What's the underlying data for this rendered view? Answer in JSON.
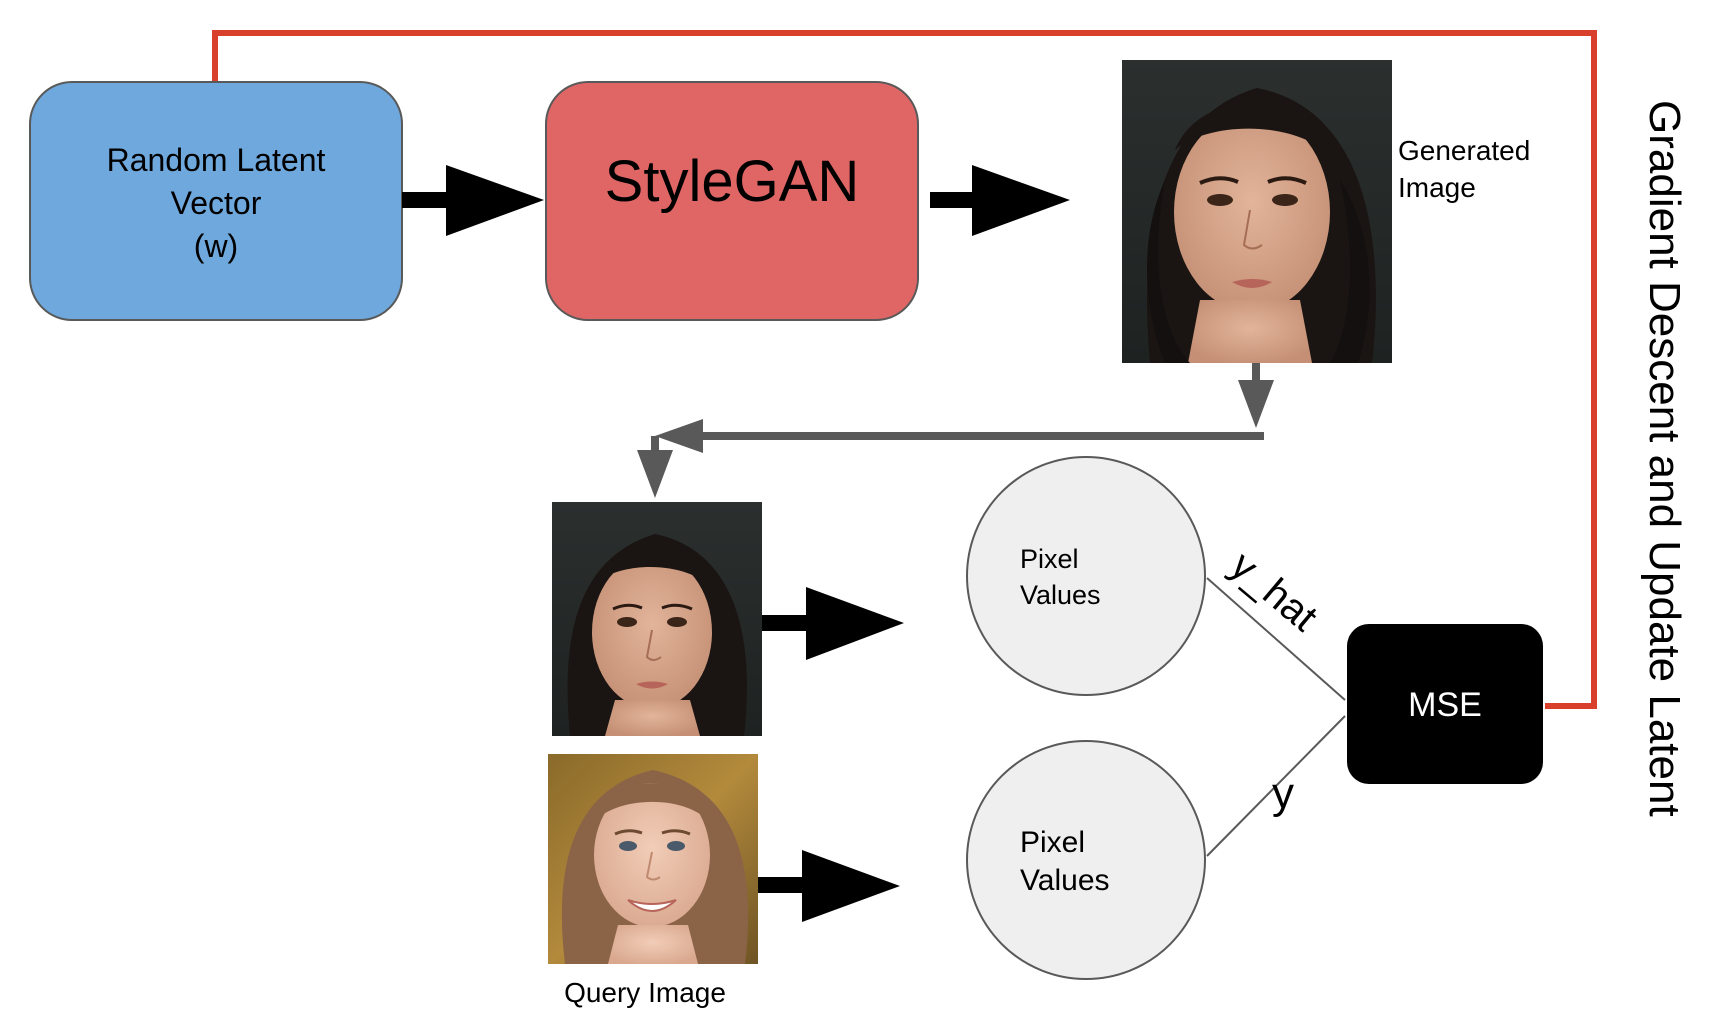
{
  "nodes": {
    "latent": {
      "line1": "Random Latent",
      "line2": "Vector",
      "line3": "(w)"
    },
    "stylegan": {
      "label": "StyleGAN"
    },
    "generated": {
      "line1": "Generated",
      "line2": "Image"
    },
    "pixel_top": {
      "line1": "Pixel",
      "line2": "Values"
    },
    "pixel_bottom": {
      "line1": "Pixel",
      "line2": "Values"
    },
    "mse": {
      "label": "MSE"
    },
    "query": {
      "label": "Query Image"
    }
  },
  "edges": {
    "y_hat": "y_hat",
    "y": "y",
    "feedback": "Gradient Descent and Update Latent"
  },
  "colors": {
    "latent_fill": "#6fa8dc",
    "stylegan_fill": "#e06666",
    "pixel_fill": "#efefef",
    "mse_fill": "#000000",
    "feedback_line": "#d9402b",
    "gray_arrow": "#595959"
  }
}
